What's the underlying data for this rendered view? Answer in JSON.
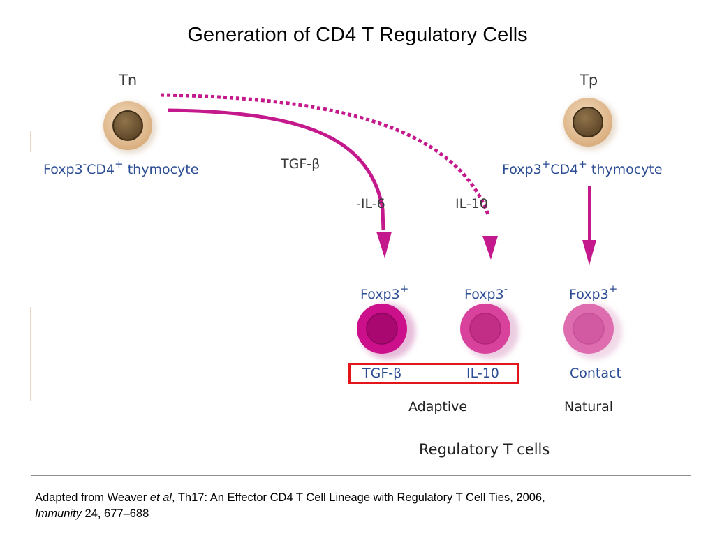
{
  "title": "Generation of CD4 T Regulatory Cells",
  "colors": {
    "arrow": "#c4198d",
    "text_grey": "#3a3a3a",
    "text_blue": "#2b4c93",
    "highlight": "#e4141b",
    "thymocyte_outer": "#e8c7a0",
    "thymocyte_nucleus": "#7a5f3a",
    "treg_tgfb": "#cc0f8a",
    "treg_il10": "#d9429c",
    "treg_contact": "#de6db0"
  },
  "source_cells": {
    "tn": {
      "name": "Tn",
      "label_main": "Foxp3",
      "sup1": "-",
      "mid": "CD4",
      "sup2": "+",
      "tail": " thymocyte"
    },
    "tp": {
      "name": "Tp",
      "label_main": "Foxp3",
      "sup1": "+",
      "mid": "CD4",
      "sup2": "+",
      "tail": " thymocyte"
    }
  },
  "signals": {
    "tgf_beta": "TGF-β",
    "minus_il6": "-IL-6",
    "il10": "IL-10"
  },
  "treg_cells": [
    {
      "marker": "Foxp3",
      "sup": "+",
      "mechanism": "TGF-β"
    },
    {
      "marker": "Foxp3",
      "sup": "-",
      "mechanism": "IL-10"
    },
    {
      "marker": "Foxp3",
      "sup": "+",
      "mechanism": "Contact"
    }
  ],
  "categories": {
    "adaptive": "Adaptive",
    "natural": "Natural"
  },
  "group_label": "Regulatory T cells",
  "caption": {
    "part1": "Adapted from Weaver ",
    "italic1": "et al",
    "part2": ", Th17: An Effector CD4 T Cell Lineage with Regulatory T Cell Ties, 2006,",
    "italic2": "Immunity",
    "part3": " 24, 677–688"
  }
}
